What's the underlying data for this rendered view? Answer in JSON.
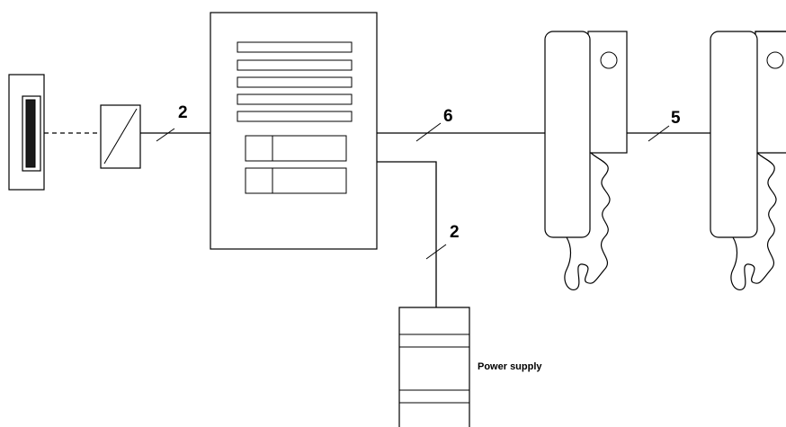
{
  "colors": {
    "stroke": "#000000",
    "background": "#ffffff",
    "card_reader_face": "#1a1a1a"
  },
  "wire_labels": {
    "converter_to_panel": "2",
    "panel_to_phones": "6",
    "panel_to_power": "2",
    "phone_to_phone": "5"
  },
  "power_supply": {
    "label": "Power supply"
  },
  "icons": [
    "card-reader-icon",
    "converter-icon",
    "entry-panel-icon",
    "handset-icon",
    "power-supply-icon"
  ]
}
